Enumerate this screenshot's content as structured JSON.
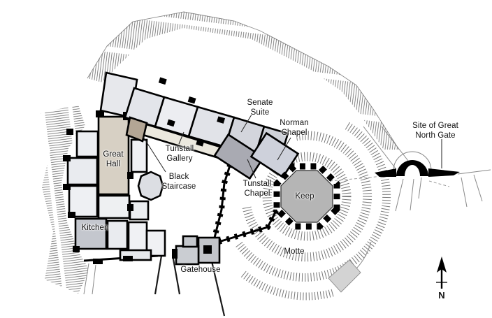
{
  "labels": {
    "great_hall": "Great\nHall",
    "kitchen": "Kitchen",
    "tunstall_gallery": "Tunstall\nGallery",
    "black_staircase": "Black\nStaircase",
    "senate_suite": "Senate\nSuite",
    "norman_chapel": "Norman\nChapel",
    "tunstall_chapel": "Tunstall\nChapel",
    "keep": "Keep",
    "motte": "Motte",
    "gatehouse": "Gatehouse",
    "north_gate_site": "Site of Great\nNorth Gate",
    "compass_north": "N"
  },
  "colors": {
    "great_hall": "#d7d0c4",
    "black_staircase": "#b3a695",
    "tunstall_gallery": "#ebe8de",
    "tunstall_chapel": "#a9aab2",
    "norman_chapel": "#ced1db",
    "senate_block": "#d3d5dc",
    "keep": "#b5b5b5",
    "kitchen": "#c4c7ce",
    "gatehouse": "#c2c4c9",
    "room_light": "#e8eaee",
    "wall": "#000000",
    "hatch": "#5a5a5a"
  }
}
